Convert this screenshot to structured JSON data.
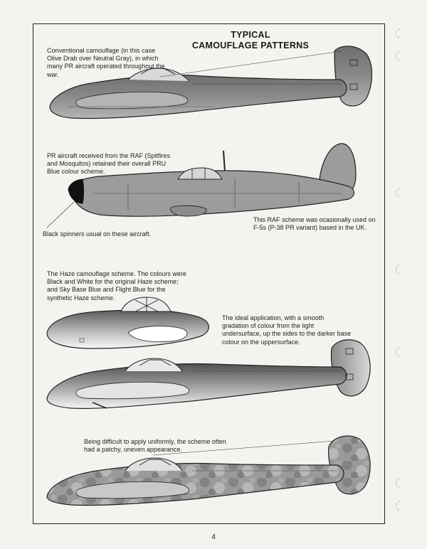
{
  "title": {
    "line1": "TYPICAL",
    "line2": "CAMOUFLAGE PATTERNS"
  },
  "notes": {
    "conventional": "Conventional camouflage (in this case Olive Drab over Neutral Gray), in which many PR aircraft operated throughout the war.",
    "pr_raf": "PR aircraft received from the RAF (Spitfires and Mosquitos) retained their overall PRU Blue colour scheme.",
    "raf_scheme": "This RAF scheme was ocasionally used on F-5s (P-38 PR variant) based in the UK.",
    "black_spinners": "Black spinners usual on these aircraft.",
    "haze": "The Haze camouflage scheme. The colours were Black and White for the original Haze scheme; and Sky Base Blue and Flight Blue for the synthetic Haze scheme.",
    "ideal": "The ideal application, with a smooth gradation of colour from the light undersurface, up the sides to the darker base colour on the uppersurface.",
    "patchy": "Being difficult to apply uniformly, the scheme often had a patchy, uneven appearance."
  },
  "page_number": "4",
  "colors": {
    "olive_drab": "#7d7d7d",
    "neutral_gray": "#a9a9a9",
    "pru_blue": "#9c9c9c",
    "haze_dark": "#5a5a5a",
    "haze_light": "#f2f2f2",
    "paper": "#f4f3ef"
  }
}
